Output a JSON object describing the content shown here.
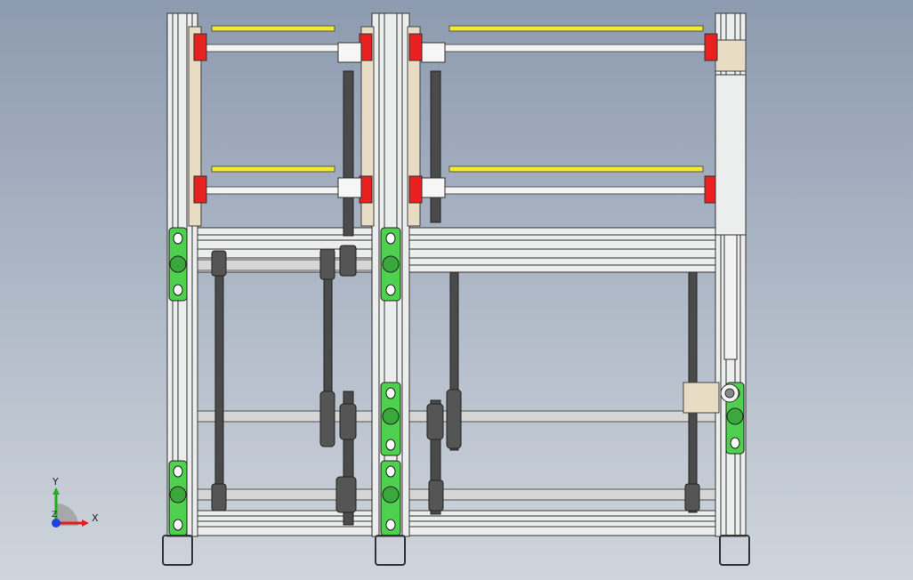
{
  "viewport": {
    "background_top": "#8d9bb0",
    "background_bottom": "#cfd5dc"
  },
  "triad": {
    "x_label": "X",
    "y_label": "Y",
    "z_label": "Z",
    "x_color": "#e02020",
    "y_color": "#20b020",
    "z_color": "#2040e0"
  },
  "colors": {
    "profile": "#eceeed",
    "profile_edge": "#3a3a3a",
    "beige": "#e8dcc4",
    "rail_yellow": "#f2ea2e",
    "slider_red": "#e82020",
    "bearing_green": "#4fd04f",
    "belt": "#4a4a4a",
    "shaft": "#c8c8c8"
  }
}
